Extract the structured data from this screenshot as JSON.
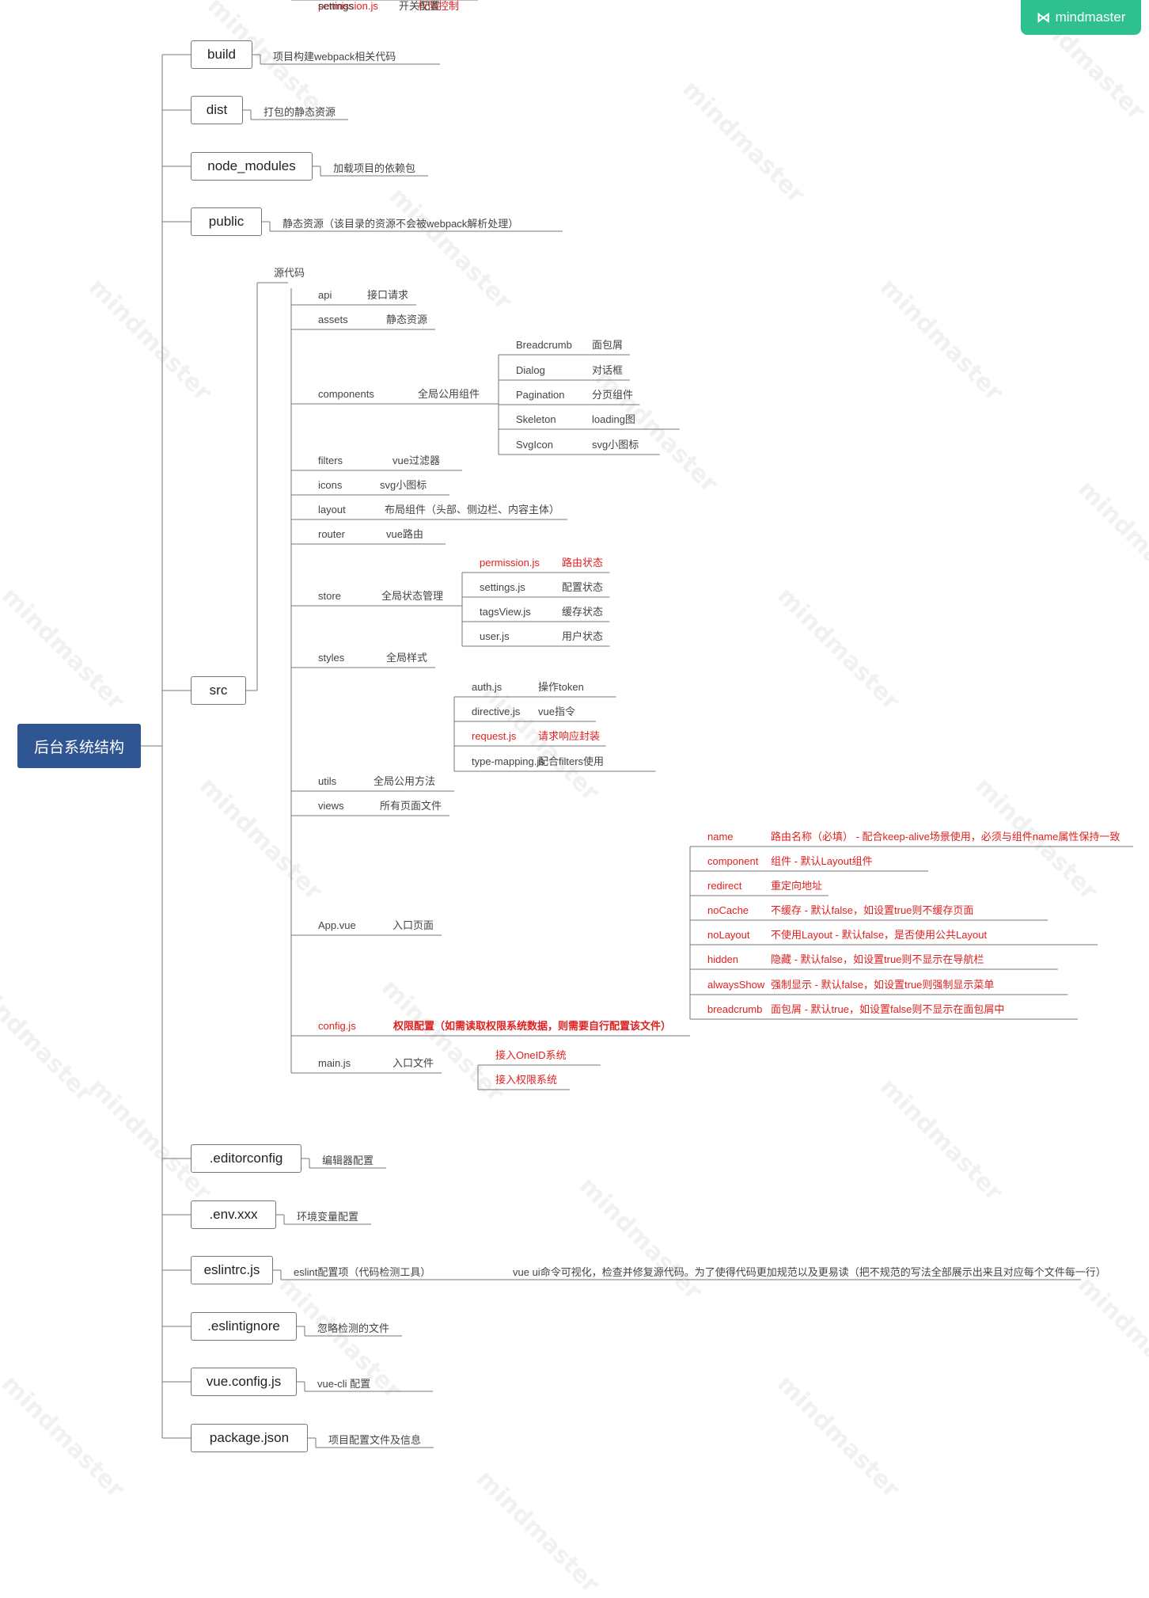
{
  "brand": {
    "logo_glyph": "⋈",
    "name": "mindmaster",
    "color": "#2ec08e"
  },
  "watermark": "mindmaster",
  "root": {
    "label": "后台系统结构",
    "color": "#2f5592"
  },
  "colors": {
    "highlight": "#e02020",
    "line": "#777777"
  },
  "top_nodes": [
    {
      "label": "build",
      "desc": "项目构建webpack相关代码"
    },
    {
      "label": "dist",
      "desc": "打包的静态资源"
    },
    {
      "label": "node_modules",
      "desc": "加载项目的依赖包"
    },
    {
      "label": "public",
      "desc": "静态资源（该目录的资源不会被webpack解析处理）"
    },
    {
      "label": "src",
      "desc": "源代码"
    },
    {
      "label": ".editorconfig",
      "desc": "编辑器配置"
    },
    {
      "label": ".env.xxx",
      "desc": "环境变量配置"
    },
    {
      "label": "eslintrc.js",
      "desc": "eslint配置项（代码检测工具）",
      "extra": "vue ui命令可视化，检查并修复源代码。为了使得代码更加规范以及更易读（把不规范的写法全部展示出来且对应每个文件每一行）"
    },
    {
      "label": ".eslintignore",
      "desc": "忽略检测的文件"
    },
    {
      "label": "vue.config.js",
      "desc": "vue-cli 配置"
    },
    {
      "label": "package.json",
      "desc": "项目配置文件及信息"
    }
  ],
  "src": [
    {
      "name": "api",
      "desc": "接口请求"
    },
    {
      "name": "assets",
      "desc": "静态资源"
    },
    {
      "name": "components",
      "desc": "全局公用组件",
      "children": [
        {
          "name": "Breadcrumb",
          "desc": "面包屑"
        },
        {
          "name": "Dialog",
          "desc": "对话框"
        },
        {
          "name": "Pagination",
          "desc": "分页组件"
        },
        {
          "name": "Skeleton",
          "desc": "loading图"
        },
        {
          "name": "SvgIcon",
          "desc": "svg小图标"
        }
      ]
    },
    {
      "name": "filters",
      "desc": "vue过滤器"
    },
    {
      "name": "icons",
      "desc": "svg小图标"
    },
    {
      "name": "layout",
      "desc": "布局组件（头部、侧边栏、内容主体）"
    },
    {
      "name": "router",
      "desc": "vue路由"
    },
    {
      "name": "store",
      "desc": "全局状态管理",
      "children": [
        {
          "name": "permission.js",
          "desc": "路由状态",
          "red": true
        },
        {
          "name": "settings.js",
          "desc": "配置状态"
        },
        {
          "name": "tagsView.js",
          "desc": "缓存状态"
        },
        {
          "name": "user.js",
          "desc": "用户状态"
        }
      ]
    },
    {
      "name": "styles",
      "desc": "全局样式"
    },
    {
      "name": "utils",
      "desc": "全局公用方法",
      "children": [
        {
          "name": "auth.js",
          "desc": "操作token"
        },
        {
          "name": "directive.js",
          "desc": "vue指令"
        },
        {
          "name": "request.js",
          "desc": "请求响应封装",
          "red": true
        },
        {
          "name": "type-mapping.js",
          "desc": "配合filters使用"
        }
      ]
    },
    {
      "name": "views",
      "desc": "所有页面文件"
    },
    {
      "name": "App.vue",
      "desc": "入口页面"
    },
    {
      "name": "config.js",
      "desc": "权限配置（如需读取权限系统数据，则需要自行配置该文件）",
      "red": true,
      "bold_desc": true,
      "children": [
        {
          "name": "name",
          "desc": "路由名称（必填） - 配合keep-alive场景使用，必须与组件name属性保持一致",
          "red": true
        },
        {
          "name": "component",
          "desc": "组件 - 默认Layout组件",
          "red": true
        },
        {
          "name": "redirect",
          "desc": "重定向地址",
          "red": true
        },
        {
          "name": "noCache",
          "desc": "不缓存 - 默认false，如设置true则不缓存页面",
          "red": true
        },
        {
          "name": "noLayout",
          "desc": "不使用Layout - 默认false，是否使用公共Layout",
          "red": true
        },
        {
          "name": "hidden",
          "desc": "隐藏 - 默认false，如设置true则不显示在导航栏",
          "red": true
        },
        {
          "name": "alwaysShow",
          "desc": "强制显示 - 默认false，如设置true则强制显示菜单",
          "red": true
        },
        {
          "name": "breadcrumb",
          "desc": "面包屑 - 默认true，如设置false则不显示在面包屑中",
          "red": true
        }
      ]
    },
    {
      "name": "main.js",
      "desc": "入口文件"
    },
    {
      "name": "permission.js",
      "desc": "权限控制",
      "red": true,
      "children": [
        {
          "name": "接入OneID系统",
          "red": true
        },
        {
          "name": "接入权限系统",
          "red": true
        }
      ]
    },
    {
      "name": "settings",
      "desc": "开关配置"
    }
  ]
}
